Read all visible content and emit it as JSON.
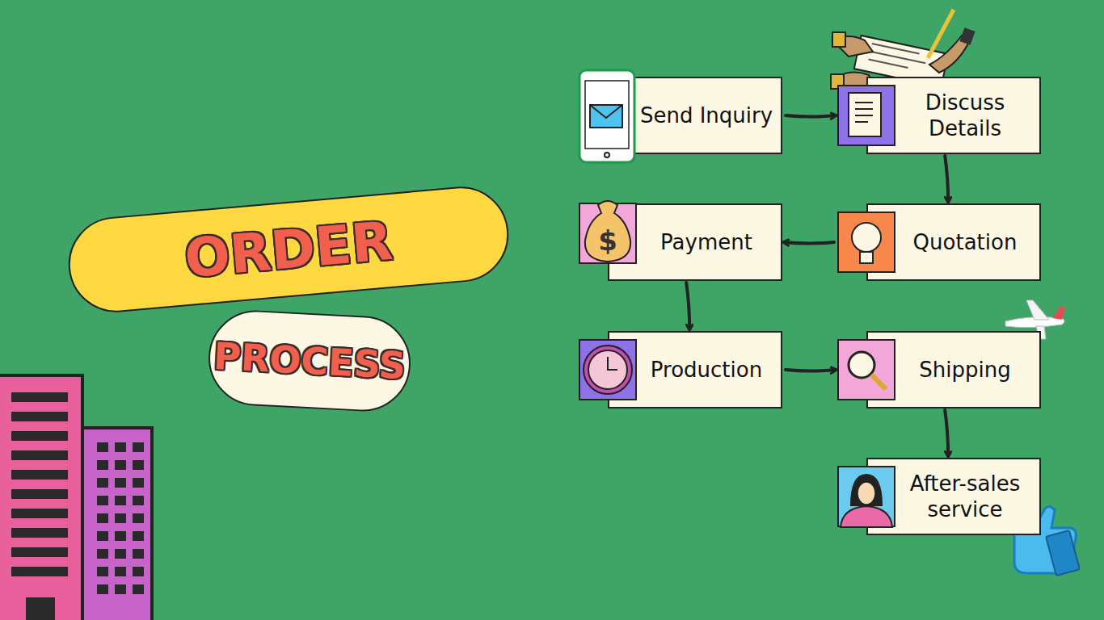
{
  "diagram": {
    "nodes": [
      {
        "text": [
          "ORDER"
        ]
      },
      {
        "text": [
          "PROCESS"
        ]
      },
      {
        "text": [
          "Send Inquiry"
        ]
      },
      {
        "text": [
          "Discuss Details"
        ]
      },
      {
        "text": [
          "Quotation"
        ]
      },
      {
        "text": [
          "Payment"
        ]
      },
      {
        "text": [
          "Production"
        ]
      },
      {
        "text": [
          "Shipping"
        ]
      },
      {
        "text": [
          "After-sales service"
        ]
      }
    ],
    "edges": [
      {
        "from": 2,
        "to": 3,
        "arrow": "to"
      },
      {
        "from": 3,
        "to": 4,
        "arrow": "to"
      },
      {
        "from": 4,
        "to": 5,
        "arrow": "to"
      },
      {
        "from": 5,
        "to": 6,
        "arrow": "to"
      },
      {
        "from": 6,
        "to": 7,
        "arrow": "to"
      },
      {
        "from": 7,
        "to": 8,
        "arrow": "to"
      }
    ]
  }
}
